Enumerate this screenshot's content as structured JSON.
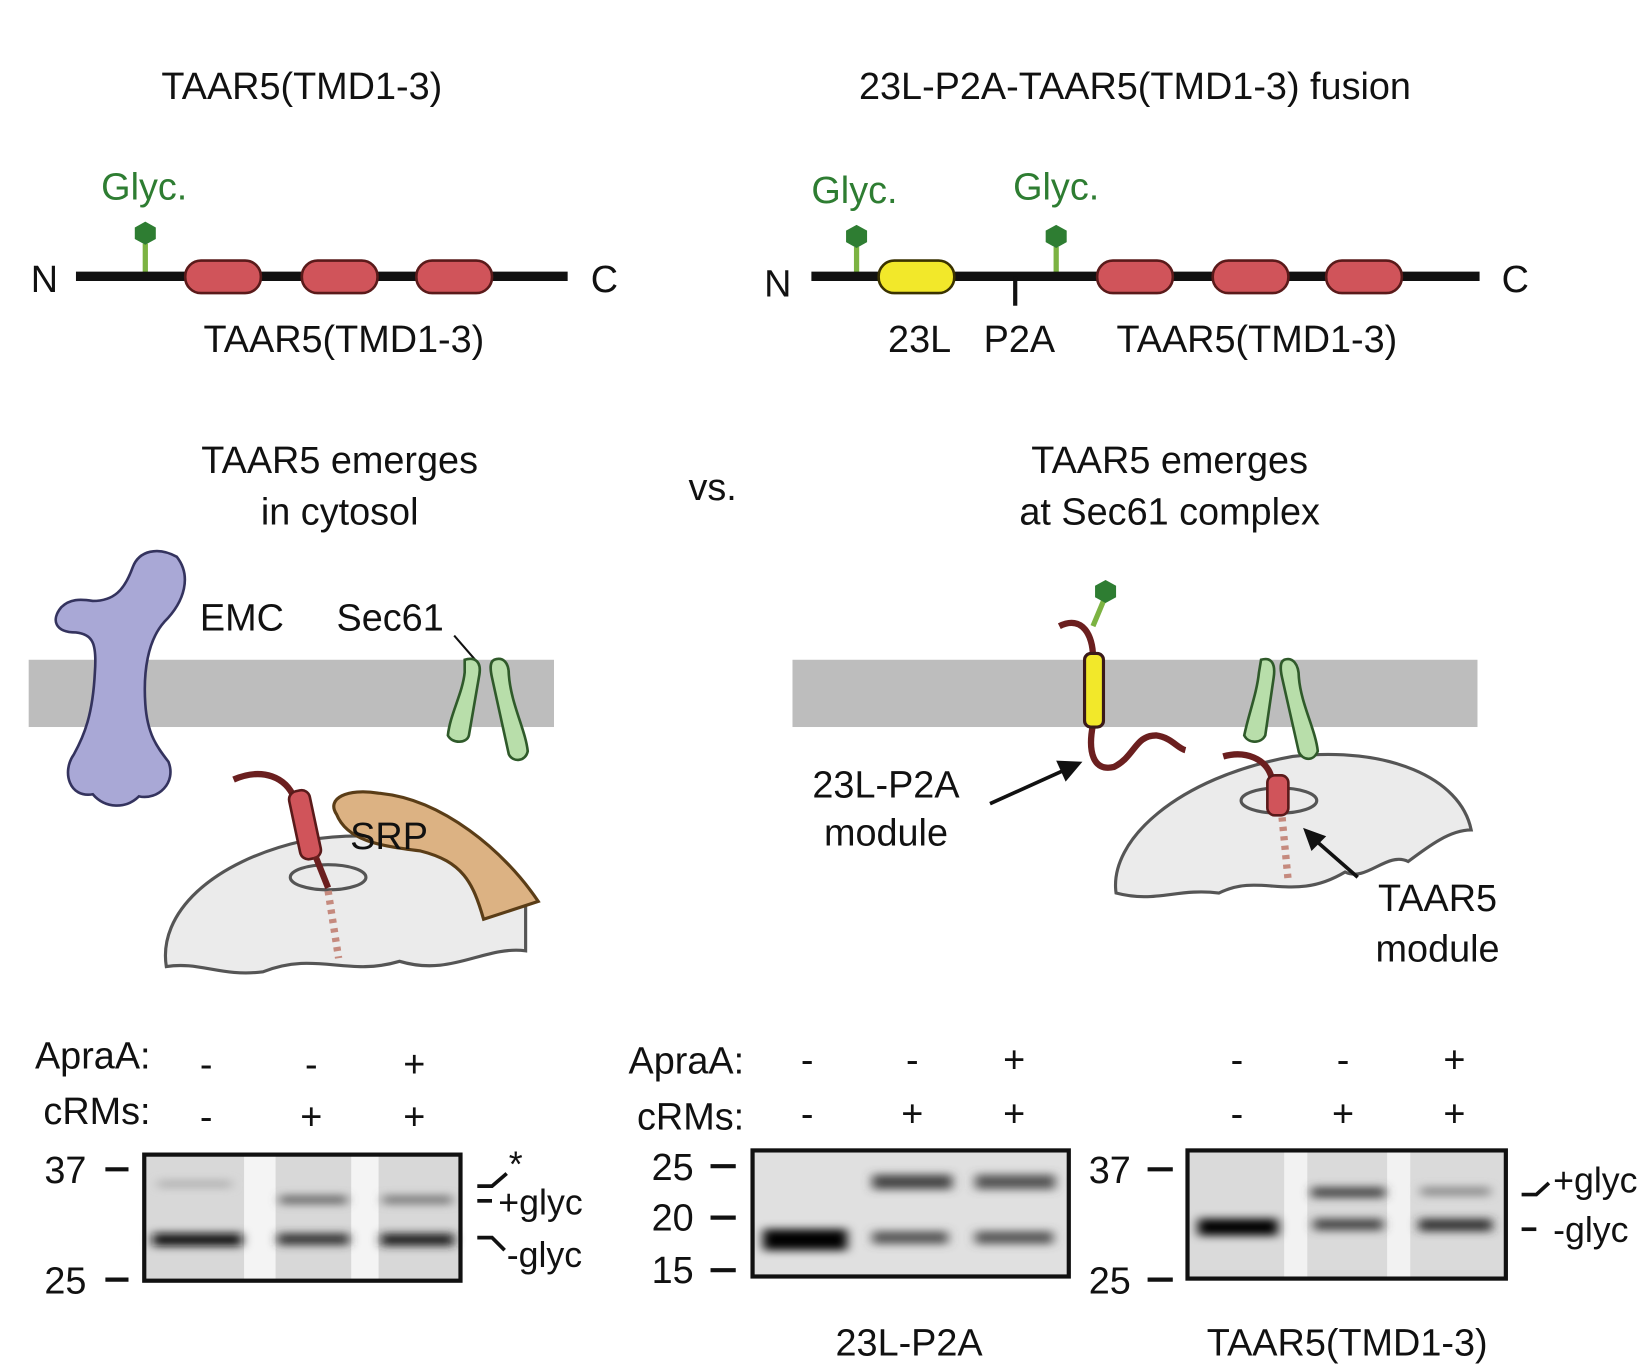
{
  "left_construct": {
    "title": "TAAR5(TMD1-3)",
    "glyc": "Glyc.",
    "n_term": "N",
    "c_term": "C",
    "label": "TAAR5(TMD1-3)"
  },
  "right_construct": {
    "title": "23L-P2A-TAAR5(TMD1-3) fusion",
    "glyc1": "Glyc.",
    "glyc2": "Glyc.",
    "n_term": "N",
    "c_term": "C",
    "label_23l": "23L",
    "label_p2a": "P2A",
    "label_taar5": "TAAR5(TMD1-3)"
  },
  "middle": {
    "left_heading_1": "TAAR5 emerges",
    "left_heading_2": "in cytosol",
    "vs": "vs.",
    "right_heading_1": "TAAR5 emerges",
    "right_heading_2": "at Sec61 complex",
    "emc": "EMC",
    "sec61": "Sec61",
    "srp": "SRP",
    "module_23l_1": "23L-P2A",
    "module_23l_2": "module",
    "module_taar5_1": "TAAR5",
    "module_taar5_2": "module"
  },
  "colors": {
    "tmd_red": "#d0545a",
    "signal_yellow": "#f2e82a",
    "glyc_green": "#2e7d32",
    "emc_purple": "#a9a8d6",
    "sec61_green": "#b8deaa",
    "srp_tan": "#dcb283",
    "membrane_gray": "#bdbdbd"
  },
  "gels": [
    {
      "row_labels": [
        "ApraA:",
        "cRMs:"
      ],
      "apraa": [
        "-",
        "-",
        "+"
      ],
      "crms": [
        "-",
        "+",
        "+"
      ],
      "markers": [
        "37",
        "25"
      ],
      "band_labels": [
        "*",
        "+glyc",
        "-glyc"
      ]
    },
    {
      "row_labels": [
        "ApraA:",
        "cRMs:"
      ],
      "apraa": [
        "-",
        "-",
        "+"
      ],
      "crms": [
        "-",
        "+",
        "+"
      ],
      "markers": [
        "25",
        "20",
        "15"
      ],
      "caption": "23L-P2A"
    },
    {
      "apraa": [
        "-",
        "-",
        "+"
      ],
      "crms": [
        "-",
        "+",
        "+"
      ],
      "markers": [
        "37",
        "25"
      ],
      "band_labels": [
        "+glyc",
        "-glyc"
      ],
      "caption": "TAAR5(TMD1-3)"
    }
  ]
}
